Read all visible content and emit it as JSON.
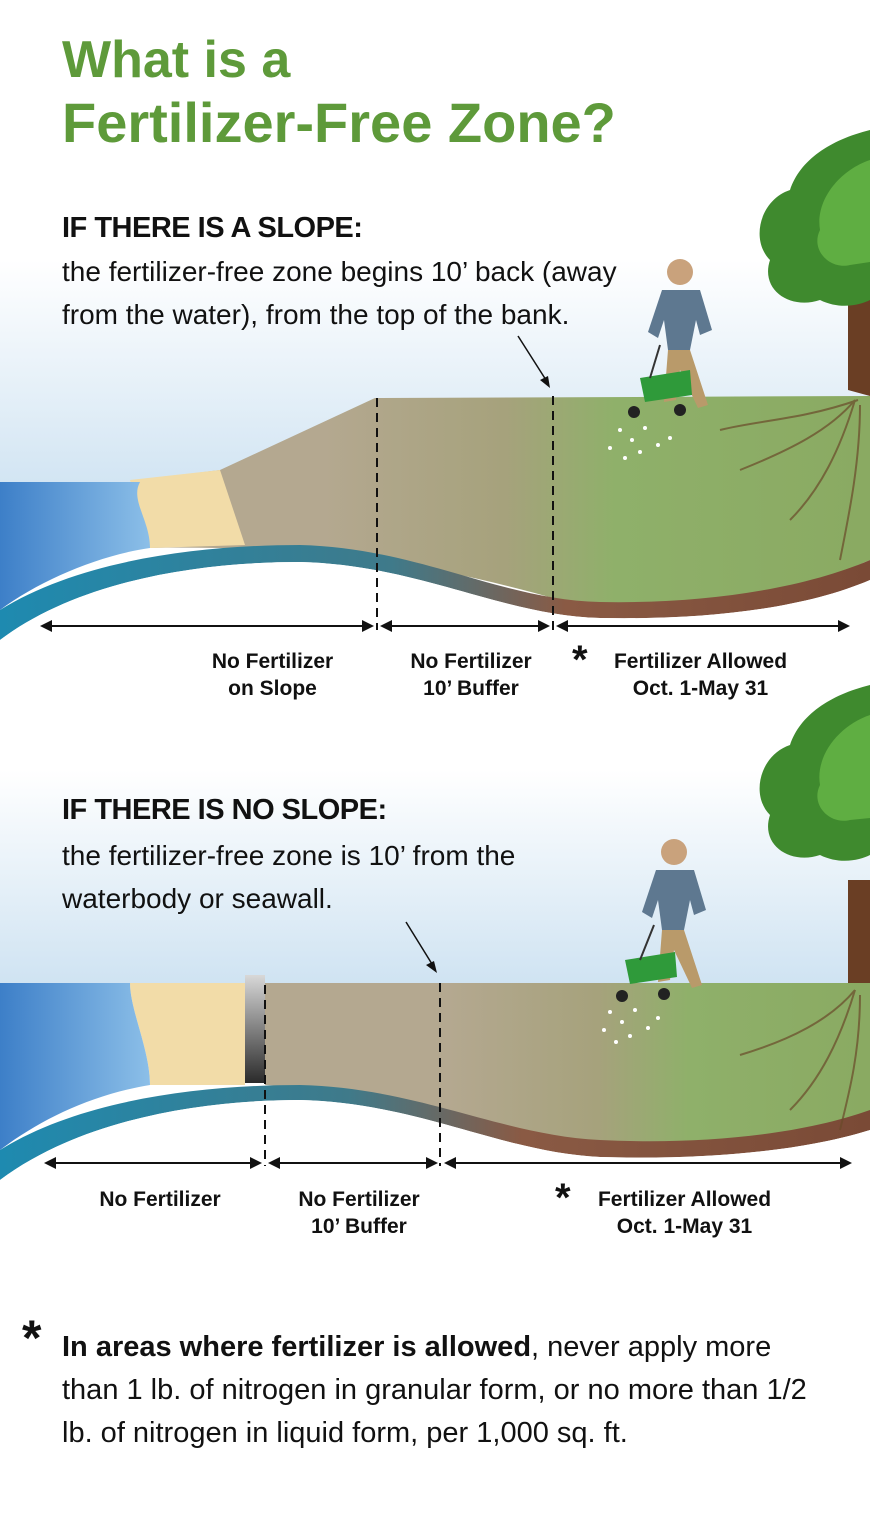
{
  "title": {
    "line1": "What is a",
    "line2": "Fertilizer-Free Zone?"
  },
  "slope_section": {
    "heading": "IF THERE IS A SLOPE:",
    "text": "the fertilizer-free zone begins 10’ back (away from the water), from the top of the bank.",
    "labels": {
      "slope_line1": "No Fertilizer",
      "slope_line2": "on Slope",
      "buffer_line1": "No Fertilizer",
      "buffer_line2": "10’ Buffer",
      "allowed_line1": "Fertilizer Allowed",
      "allowed_line2": "Oct. 1-May 31"
    }
  },
  "no_slope_section": {
    "heading": "IF THERE IS NO SLOPE:",
    "text": "the fertilizer-free zone is 10’ from the waterbody or seawall.",
    "labels": {
      "none_line1": "No Fertilizer",
      "buffer_line1": "No Fertilizer",
      "buffer_line2": "10’ Buffer",
      "allowed_line1": "Fertilizer Allowed",
      "allowed_line2": "Oct. 1-May 31"
    }
  },
  "footnote": {
    "star": "*",
    "bold": "In areas where fertilizer is allowed",
    "rest": ", never apply more than 1 lb. of nitrogen in granular form, or no more than 1/2 lb. of nitrogen in liquid form, per 1,000 sq. ft."
  },
  "colors": {
    "title": "#5e9a3a",
    "water": "#4a8fd0",
    "grass": "#8fb06a",
    "soil": "#8a5a44",
    "spreader": "#2f9a3a"
  }
}
